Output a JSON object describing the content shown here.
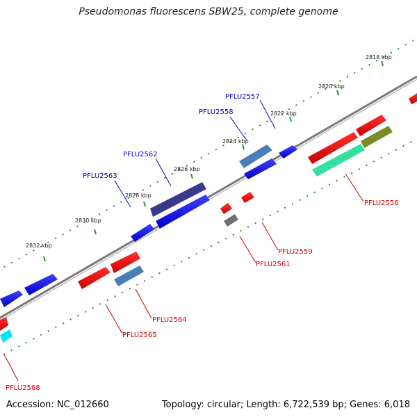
{
  "title": "Pseudomonas fluorescens SBW25, complete genome",
  "footer": {
    "accession": "Accession: NC_012660",
    "summary": "Topology: circular; Length: 6,722,539 bp; Genes: 6,018"
  },
  "kbp_labels": [
    "2818 kbp",
    "2820 kbp",
    "2822 kbp",
    "2824 kbp",
    "2826 kbp",
    "2828 kbp",
    "2830 kbp",
    "2832 kbp"
  ],
  "gene_labels_forward": [
    "PFLU2557",
    "PFLU2558",
    "PFLU2562",
    "PFLU2563"
  ],
  "gene_labels_reverse": [
    "PFLU2556",
    "PFLU2559",
    "PFLU2561",
    "PFLU2564",
    "PFLU2565",
    "PFLU2568"
  ],
  "colors": {
    "backbone": "#888888",
    "forward_label": "#0000cc",
    "reverse_label": "#cc0000",
    "tick": "#2e8b2e"
  }
}
